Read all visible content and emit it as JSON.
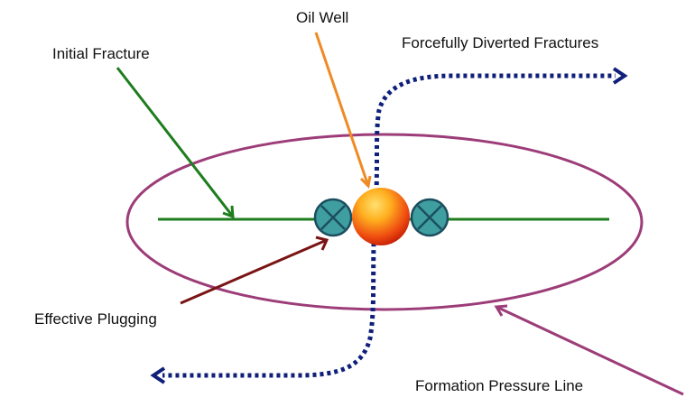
{
  "labels": {
    "oil_well": "Oil Well",
    "initial_fracture": "Initial Fracture",
    "forcefully_diverted_fractures": "Forcefully Diverted Fractures",
    "effective_plugging": "Effective Plugging",
    "formation_pressure_line": "Formation Pressure Line"
  },
  "colors": {
    "initial_fracture": "#1e7d1e",
    "oil_well_arrow": "#f08a24",
    "diverted_fracture": "#0f1f7a",
    "plugging_arrow": "#7a1414",
    "pressure_line": "#9c3c78",
    "pressure_arrow": "#9c3c78",
    "plug_fill": "#3f9ea0",
    "plug_stroke": "#1c4e60",
    "well_core": "#ffb020",
    "well_edge": "#e02008"
  }
}
